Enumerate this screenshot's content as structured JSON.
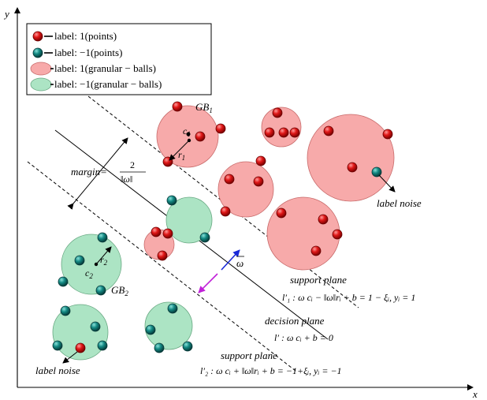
{
  "legend": {
    "items": [
      {
        "kind": "point-pos",
        "label": "label: 1(points)"
      },
      {
        "kind": "point-neg",
        "label": "label: −1(points)"
      },
      {
        "kind": "ball-pos",
        "label": "label: 1(granular − balls)"
      },
      {
        "kind": "ball-neg",
        "label": "label: −1(granular − balls)"
      }
    ]
  },
  "axes": {
    "x_label": "x",
    "y_label": "y"
  },
  "annotations": {
    "gb1": "GB",
    "gb1_sub": "1",
    "gb2": "GB",
    "gb2_sub": "2",
    "c1": "c",
    "c1_sub": "1",
    "r1": "r",
    "r1_sub": "1",
    "c2": "c",
    "c2_sub": "2",
    "r2": "r",
    "r2_sub": "2",
    "margin": "margin=",
    "margin_num": "2",
    "margin_den": "‖ω‖",
    "omega": "ω",
    "label_noise_right": "label noise",
    "label_noise_left": "label noise",
    "support_plane_1_title": "support plane",
    "support_plane_1_eq": "l′₁ : ω cᵢ − ‖ω‖rᵢ + b = 1 − ξᵢ, yᵢ = 1",
    "decision_plane_title": "decision plane",
    "decision_plane_eq": "l′ : ω cᵢ + b = 0",
    "support_plane_2_title": "support plane",
    "support_plane_2_eq": "l′₂ : ω cᵢ + ‖ω‖rᵢ + b = −1+ξᵢ, yᵢ = −1"
  },
  "colors": {
    "positive_point": "#d01010",
    "negative_point": "#0e6e6a",
    "positive_ball": "#f7aaaa",
    "negative_ball": "#ace4c4",
    "omega_arrow": "#1a2ad8",
    "magenta_arrow": "#c020d8"
  }
}
